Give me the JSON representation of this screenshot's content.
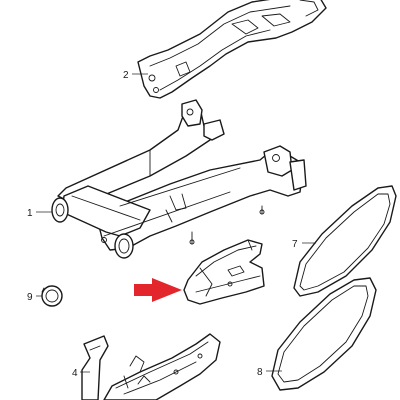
{
  "callouts": [
    {
      "id": "1",
      "label": "1"
    },
    {
      "id": "2",
      "label": "2"
    },
    {
      "id": "4",
      "label": "4"
    },
    {
      "id": "7",
      "label": "7"
    },
    {
      "id": "8",
      "label": "8"
    },
    {
      "id": "9",
      "label": "9"
    }
  ],
  "highlight_color": "#e3262b",
  "line_color": "#1a1a1a"
}
